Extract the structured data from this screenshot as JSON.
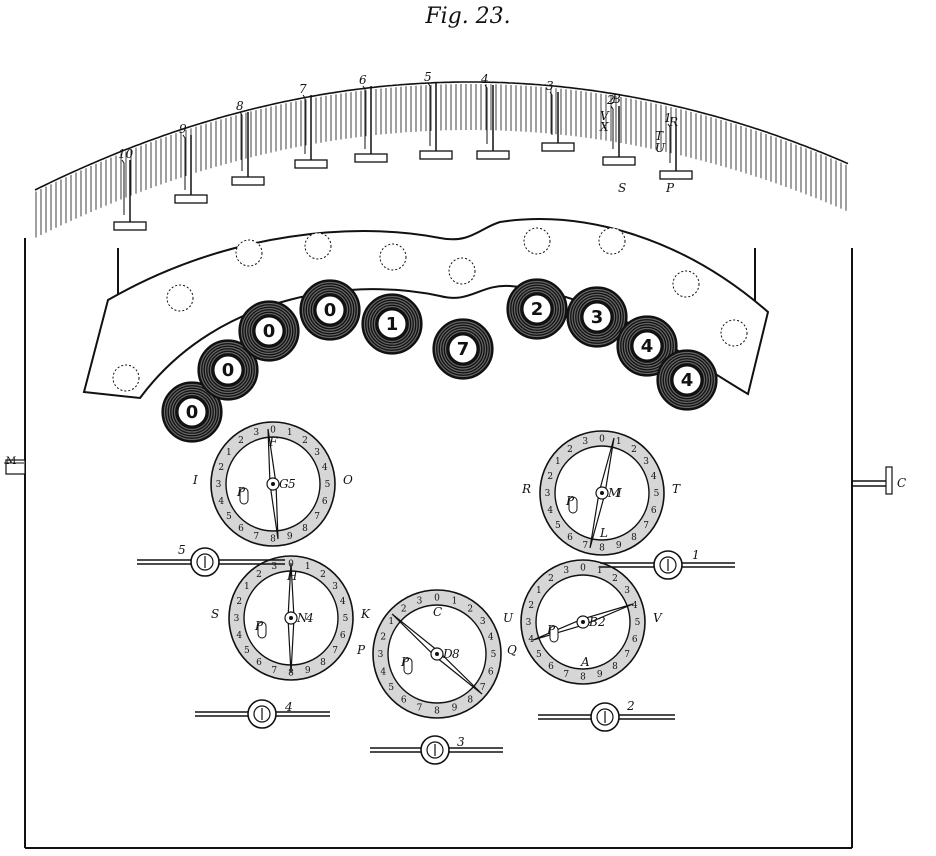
{
  "figure": {
    "title": "Fig. 23."
  },
  "colors": {
    "ink": "#111111",
    "paper": "#ffffff",
    "dial_ring": "#d6d6d6",
    "dial_outline": "#222222"
  },
  "keys": [
    "10",
    "9",
    "8",
    "7",
    "6",
    "5",
    "4",
    "3",
    "2",
    "1"
  ],
  "key_letters": {
    "b": "B",
    "v": "V",
    "x": "X",
    "r": "R",
    "t": "T",
    "u": "U",
    "s": "S",
    "p": "P"
  },
  "number_wheels": [
    "0",
    "0",
    "0",
    "0",
    "1",
    "7",
    "2",
    "3",
    "4",
    "4"
  ],
  "dials": [
    {
      "id": "top-left",
      "center_label": "5",
      "pin_label": "P",
      "hub_label": "G",
      "upper_label": "F",
      "lower_label": "",
      "left_label": "I",
      "right_label": "O",
      "digits": [
        "0",
        "1",
        "2",
        "3",
        "4",
        "5",
        "6",
        "7",
        "8",
        "9",
        "8",
        "7",
        "6",
        "5",
        "4",
        "3",
        "2",
        "1",
        "2",
        "3"
      ]
    },
    {
      "id": "top-right",
      "center_label": "I",
      "pin_label": "P",
      "hub_label": "M",
      "upper_label": "",
      "lower_label": "L",
      "left_label": "R",
      "right_label": "T",
      "digits": [
        "0",
        "1",
        "2",
        "3",
        "4",
        "5",
        "6",
        "7",
        "8",
        "9",
        "8",
        "7",
        "6",
        "5",
        "4",
        "3",
        "2",
        "1",
        "2",
        "3"
      ]
    },
    {
      "id": "mid-left",
      "center_label": "4",
      "pin_label": "P",
      "hub_label": "N",
      "upper_label": "H",
      "lower_label": "",
      "left_label": "S",
      "right_label": "K",
      "digits": [
        "0",
        "1",
        "2",
        "3",
        "4",
        "5",
        "6",
        "7",
        "8",
        "9",
        "8",
        "7",
        "6",
        "5",
        "4",
        "3",
        "2",
        "1",
        "2",
        "3"
      ]
    },
    {
      "id": "bottom-center",
      "center_label": "8",
      "pin_label": "P",
      "hub_label": "D",
      "upper_label": "C",
      "lower_label": "",
      "left_label": "P",
      "right_label": "Q",
      "digits": [
        "0",
        "1",
        "2",
        "3",
        "4",
        "5",
        "6",
        "7",
        "8",
        "9",
        "8",
        "7",
        "6",
        "5",
        "4",
        "3",
        "2",
        "1",
        "2",
        "3"
      ]
    },
    {
      "id": "mid-right",
      "center_label": "2",
      "pin_label": "P",
      "hub_label": "B",
      "upper_label": "",
      "lower_label": "A",
      "left_label": "U",
      "right_label": "V",
      "digits": [
        "0",
        "1",
        "2",
        "3",
        "4",
        "5",
        "6",
        "7",
        "8",
        "9",
        "8",
        "7",
        "6",
        "5",
        "4",
        "3",
        "2",
        "1",
        "2",
        "3"
      ]
    }
  ],
  "cranks": [
    {
      "id": "crank-5",
      "label": "5"
    },
    {
      "id": "crank-1",
      "label": "1"
    },
    {
      "id": "crank-4",
      "label": "4"
    },
    {
      "id": "crank-2",
      "label": "2"
    },
    {
      "id": "crank-3",
      "label": "3"
    }
  ],
  "side_labels": {
    "left": "M",
    "right": "C"
  }
}
